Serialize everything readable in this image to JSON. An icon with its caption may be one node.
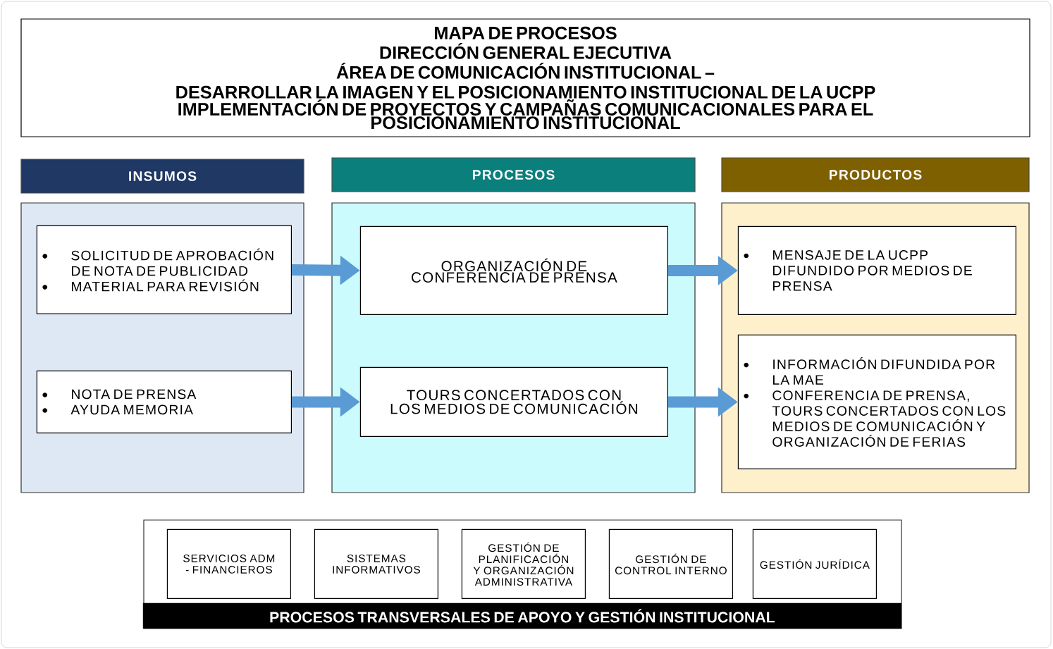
{
  "diagram": {
    "nodes": [
      {
        "text": [
          "MAPA DE PROCESOS",
          "DIRECCIÓN GENERAL EJECUTIVA",
          "ÁREA DE COMUNICACIÓN INSTITUCIONAL –",
          "DESARROLLAR LA IMAGEN Y EL POSICIONAMIENTO INSTITUCIONAL DE LA UCPP",
          "IMPLEMENTACIÓN DE PROYECTOS Y CAMPAÑAS COMUNICACIONALES PARA EL POSICIONAMIENTO INSTITUCIONAL"
        ]
      },
      {
        "text": [
          "INSUMOS"
        ]
      },
      {
        "text": [
          "PROCESOS"
        ]
      },
      {
        "text": [
          "PRODUCTOS"
        ]
      },
      {
        "text": [],
        "shape": "box"
      },
      {
        "text": [
          "SOLICITUD DE APROBACIÓN DE NOTA DE PUBLICIDAD",
          "MATERIAL PARA REVISIÓN"
        ],
        "in": 4
      },
      {
        "text": [
          "NOTA DE PRENSA",
          "AYUDA MEMORIA"
        ],
        "in": 4
      },
      {
        "text": [],
        "shape": "box"
      },
      {
        "text": [
          "ORGANIZACIÓN DE CONFERENCIA DE PRENSA"
        ],
        "in": 7
      },
      {
        "text": [
          "TOURS CONCERTADOS CON LOS MEDIOS DE COMUNICACIÓN"
        ],
        "in": 7
      },
      {
        "text": [],
        "shape": "box"
      },
      {
        "text": [
          "MENSAJE DE LA UCPP DIFUNDIDO POR MEDIOS DE PRENSA"
        ],
        "in": 10
      },
      {
        "text": [
          "INFORMACIÓN DIFUNDIDA POR LA MAE",
          "CONFERENCIA DE PRENSA, TOURS CONCERTADOS CON LOS MEDIOS DE COMUNICACIÓN Y ORGANIZACIÓN DE FERIAS"
        ],
        "in": 10
      },
      {
        "text": [],
        "shape": "box"
      },
      {
        "text": [
          "SERVICIOS ADM - FINANCIEROS"
        ],
        "in": 13
      },
      {
        "text": [
          "SISTEMAS INFORMATIVOS"
        ],
        "in": 13
      },
      {
        "text": [
          "GESTIÓN DE PLANIFICACIÓN Y ORGANIZACIÓN ADMINISTRATIVA"
        ],
        "in": 13
      },
      {
        "text": [
          "GESTIÓN DE CONTROL INTERNO"
        ],
        "in": 13
      },
      {
        "text": [
          "GESTIÓN JURÍDICA"
        ],
        "in": 13
      },
      {
        "text": [
          "PROCESOS TRANSVERSALES DE APOYO Y GESTIÓN INSTITUCIONAL"
        ],
        "in": 13
      }
    ],
    "edges": [
      {
        "from": 5,
        "to": 8,
        "arrow": "to"
      },
      {
        "from": 6,
        "to": 9,
        "arrow": "to"
      },
      {
        "from": 8,
        "to": 11,
        "arrow": "to"
      },
      {
        "from": 9,
        "to": 12,
        "arrow": "to"
      }
    ]
  }
}
